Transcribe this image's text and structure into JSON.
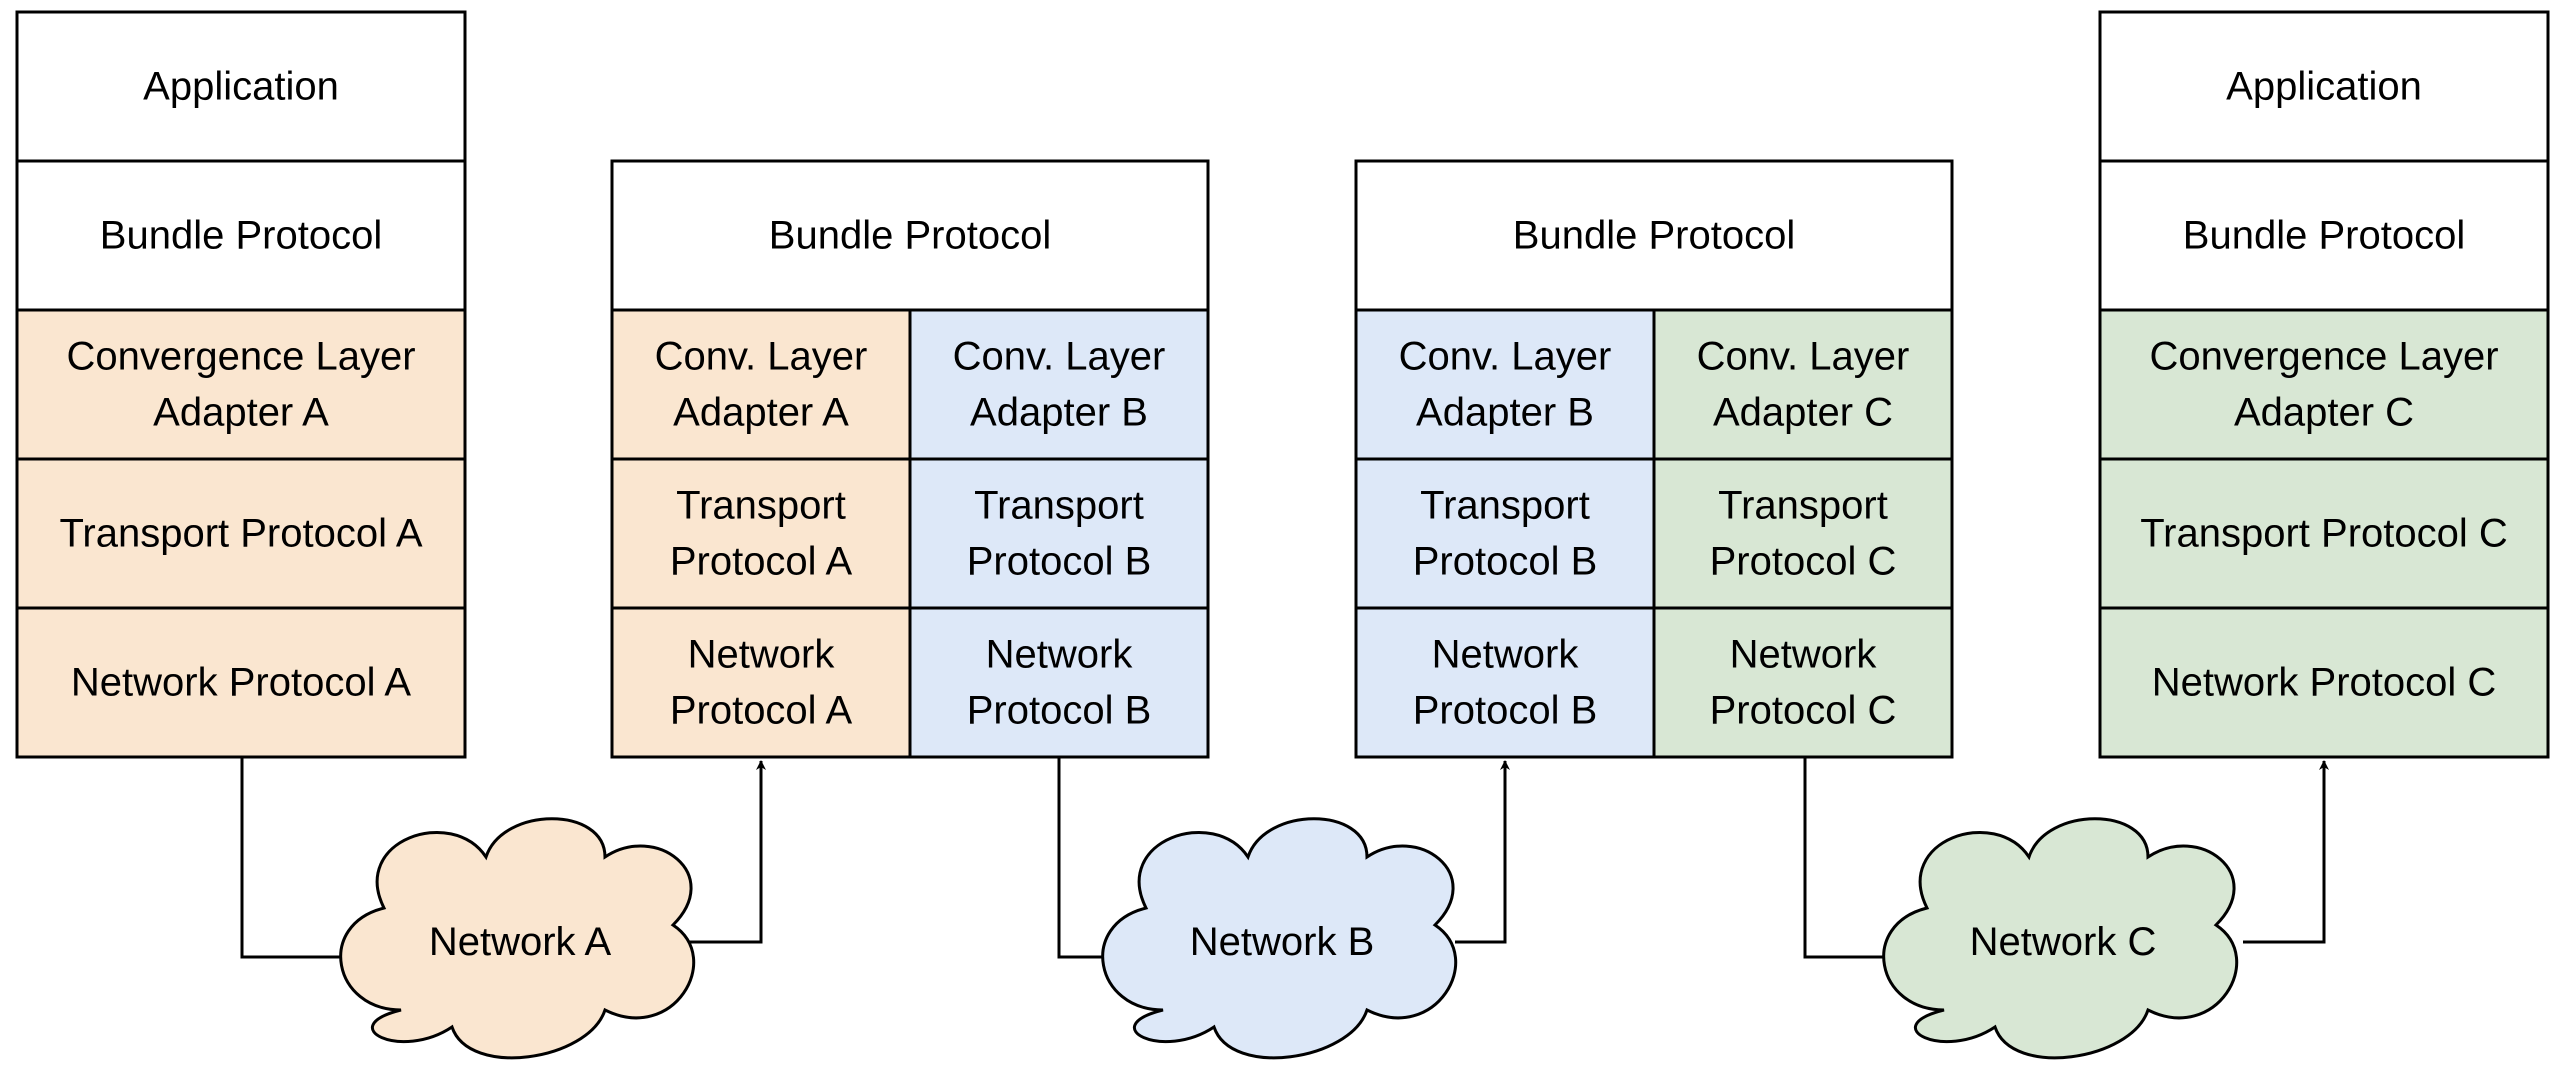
{
  "colors": {
    "network_a": "#fae6d0",
    "network_b": "#dde8f8",
    "network_c": "#d8e7d4",
    "plain": "#ffffff",
    "stroke": "#000000"
  },
  "stacks": [
    {
      "header": [
        "Application",
        "Bundle Protocol"
      ],
      "columns": [
        {
          "network": "a",
          "cells": [
            [
              "Convergence Layer",
              "Adapter A"
            ],
            [
              "Transport Protocol A"
            ],
            [
              "Network Protocol A"
            ]
          ]
        }
      ]
    },
    {
      "header": [
        "Bundle Protocol"
      ],
      "columns": [
        {
          "network": "a",
          "cells": [
            [
              "Conv. Layer",
              "Adapter A"
            ],
            [
              "Transport",
              "Protocol A"
            ],
            [
              "Network",
              "Protocol A"
            ]
          ]
        },
        {
          "network": "b",
          "cells": [
            [
              "Conv. Layer",
              "Adapter B"
            ],
            [
              "Transport",
              "Protocol B"
            ],
            [
              "Network",
              "Protocol B"
            ]
          ]
        }
      ]
    },
    {
      "header": [
        "Bundle Protocol"
      ],
      "columns": [
        {
          "network": "b",
          "cells": [
            [
              "Conv. Layer",
              "Adapter B"
            ],
            [
              "Transport",
              "Protocol B"
            ],
            [
              "Network",
              "Protocol B"
            ]
          ]
        },
        {
          "network": "c",
          "cells": [
            [
              "Conv. Layer",
              "Adapter C"
            ],
            [
              "Transport",
              "Protocol C"
            ],
            [
              "Network",
              "Protocol C"
            ]
          ]
        }
      ]
    },
    {
      "header": [
        "Application",
        "Bundle Protocol"
      ],
      "columns": [
        {
          "network": "c",
          "cells": [
            [
              "Convergence Layer",
              "Adapter C"
            ],
            [
              "Transport Protocol C"
            ],
            [
              "Network Protocol C"
            ]
          ]
        }
      ]
    }
  ],
  "networks": [
    {
      "id": "a",
      "label": "Network A"
    },
    {
      "id": "b",
      "label": "Network B"
    },
    {
      "id": "c",
      "label": "Network C"
    }
  ]
}
